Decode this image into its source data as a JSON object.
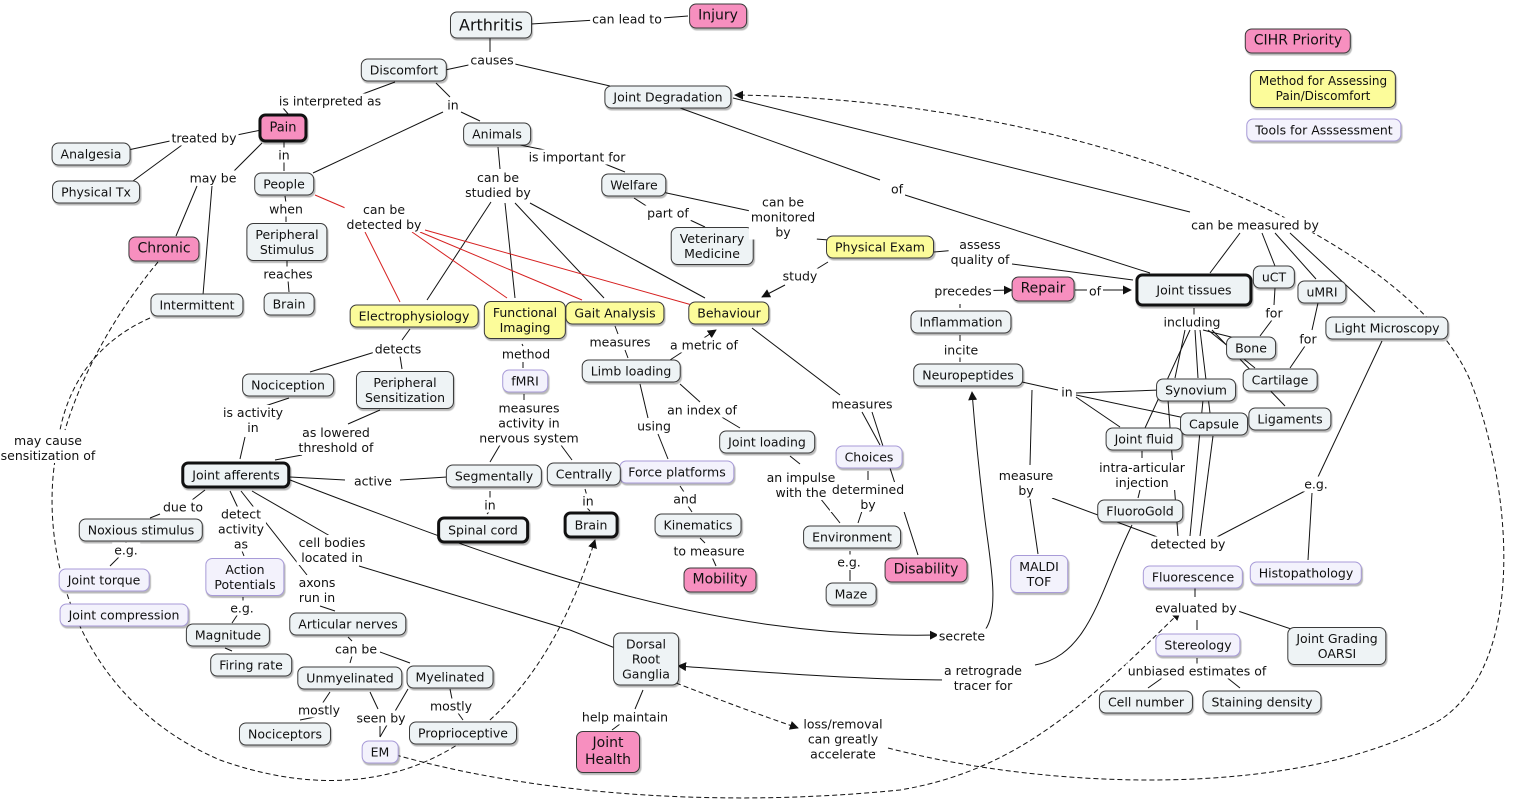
{
  "colors": {
    "priority": "#f78fbf",
    "method": "#fcfc9a",
    "tool": "#f3f2fc",
    "concept": "#eef3f5",
    "red_link": "#d62020",
    "link": "#111111"
  },
  "legend": {
    "priority": "CIHR Priority",
    "method": "Method for Assessing\nPain/Discomfort",
    "tools": "Tools for Asssessment"
  },
  "nodes": {
    "arthritis": "Arthritis",
    "injury": "Injury",
    "discomfort": "Discomfort",
    "joint_degradation": "Joint Degradation",
    "pain": "Pain",
    "analgesia": "Analgesia",
    "physical_tx": "Physical Tx",
    "animals": "Animals",
    "people": "People",
    "welfare": "Welfare",
    "veterinary_medicine": "Veterinary\nMedicine",
    "physical_exam": "Physical Exam",
    "chronic": "Chronic",
    "peripheral_stimulus": "Peripheral\nStimulus",
    "brain_top": "Brain",
    "intermittent": "Intermittent",
    "electrophysiology": "Electrophysiology",
    "functional_imaging": "Functional\nImaging",
    "gait_analysis": "Gait Analysis",
    "behaviour": "Behaviour",
    "repair": "Repair",
    "joint_tissues": "Joint tissues",
    "inflammation": "Inflammation",
    "neuropeptides": "Neuropeptides",
    "uct": "uCT",
    "umri": "uMRI",
    "light_microscopy": "Light Microscopy",
    "bone": "Bone",
    "cartilage": "Cartilage",
    "synovium": "Synovium",
    "capsule": "Capsule",
    "ligaments": "Ligaments",
    "joint_fluid": "Joint fluid",
    "fluorogold": "FluoroGold",
    "nociception": "Nociception",
    "peripheral_sensitization": "Peripheral\nSensitization",
    "fmri": "fMRI",
    "limb_loading": "Limb loading",
    "joint_loading": "Joint loading",
    "choices": "Choices",
    "force_platforms": "Force platforms",
    "kinematics": "Kinematics",
    "mobility": "Mobility",
    "environment": "Environment",
    "maze": "Maze",
    "disability": "Disability",
    "joint_afferents": "Joint afferents",
    "segmentally": "Segmentally",
    "centrally": "Centrally",
    "spinal_cord": "Spinal cord",
    "brain_mid": "Brain",
    "noxious_stimulus": "Noxious stimulus",
    "joint_torque": "Joint torque",
    "joint_compression": "Joint compression",
    "action_potentials": "Action\nPotentials",
    "magnitude": "Magnitude",
    "firing_rate": "Firing rate",
    "articular_nerves": "Articular nerves",
    "unmyelinated": "Unmyelinated",
    "myelinated": "Myelinated",
    "nociceptors": "Nociceptors",
    "em": "EM",
    "proprioceptive": "Proprioceptive",
    "dorsal_root_ganglia": "Dorsal\nRoot\nGanglia",
    "joint_health": "Joint\nHealth",
    "maldi_tof": "MALDI\nTOF",
    "fluorescence": "Fluorescence",
    "histopathology": "Histopathology",
    "stereology": "Stereology",
    "joint_grading": "Joint Grading\nOARSI",
    "cell_number": "Cell number",
    "staining_density": "Staining density"
  },
  "links": {
    "can_lead_to": "can lead to",
    "causes": "causes",
    "is_interpreted_as": "is interpreted as",
    "in_discomfort": "in",
    "treated_by": "treated by",
    "in_pain": "in",
    "may_be": "may be",
    "when": "when",
    "reaches": "reaches",
    "can_be_studied_by": "can be\nstudied by",
    "is_important_for": "is important for",
    "part_of": "part of",
    "can_be_monitored_by": "can be\nmonitored\nby",
    "can_be_detected_by": "can be\ndetected by",
    "study": "study",
    "assess_quality_of": "assess\nquality of",
    "of_degradation": "of",
    "can_be_measured_by": "can be measured by",
    "precedes": "precedes",
    "of_repair": "of",
    "including": "including",
    "for_bone": "for",
    "for_cartilage": "for",
    "incite": "incite",
    "in_neuropeptides": "in",
    "detects": "detects",
    "method": "method",
    "measures_gait": "measures",
    "a_metric_of": "a metric of",
    "measures_behaviour": "measures",
    "is_activity_in": "is activity\nin",
    "as_lowered_threshold_of": "as lowered\nthreshold of",
    "measures_activity": "measures\nactivity in\nnervous system",
    "an_index_of": "an index of",
    "using": "using",
    "an_impulse_with_the": "an impulse\nwith the",
    "determined_by": "determined\nby",
    "and": "and",
    "to_measure": "to measure",
    "eg_environment": "e.g.",
    "active": "active",
    "in_segmentally": "in",
    "in_centrally": "in",
    "measure_by": "measure\nby",
    "intra_articular_injection": "intra-articular\ninjection",
    "eg_histopathology": "e.g.",
    "detected_by": "detected by",
    "evaluated_by": "evaluated by",
    "unbiased_estimates_of": "unbiased estimates of",
    "due_to": "due to",
    "eg_noxious": "e.g.",
    "detect_activity_as": "detect\nactivity\nas",
    "cell_bodies_located_in": "cell bodies\nlocated in",
    "eg_action": "e.g.",
    "axons_run_in": "axons\nrun in",
    "can_be_nerves": "can be",
    "mostly_unmyelinated": "mostly",
    "mostly_myelinated": "mostly",
    "seen_by": "seen by",
    "help_maintain": "help maintain",
    "secrete": "secrete",
    "a_retrograde_tracer_for": "a retrograde\ntracer for",
    "loss_removal": "loss/removal\ncan greatly\naccelerate",
    "may_cause_sensitization_of": "may cause\nsensitization of"
  }
}
